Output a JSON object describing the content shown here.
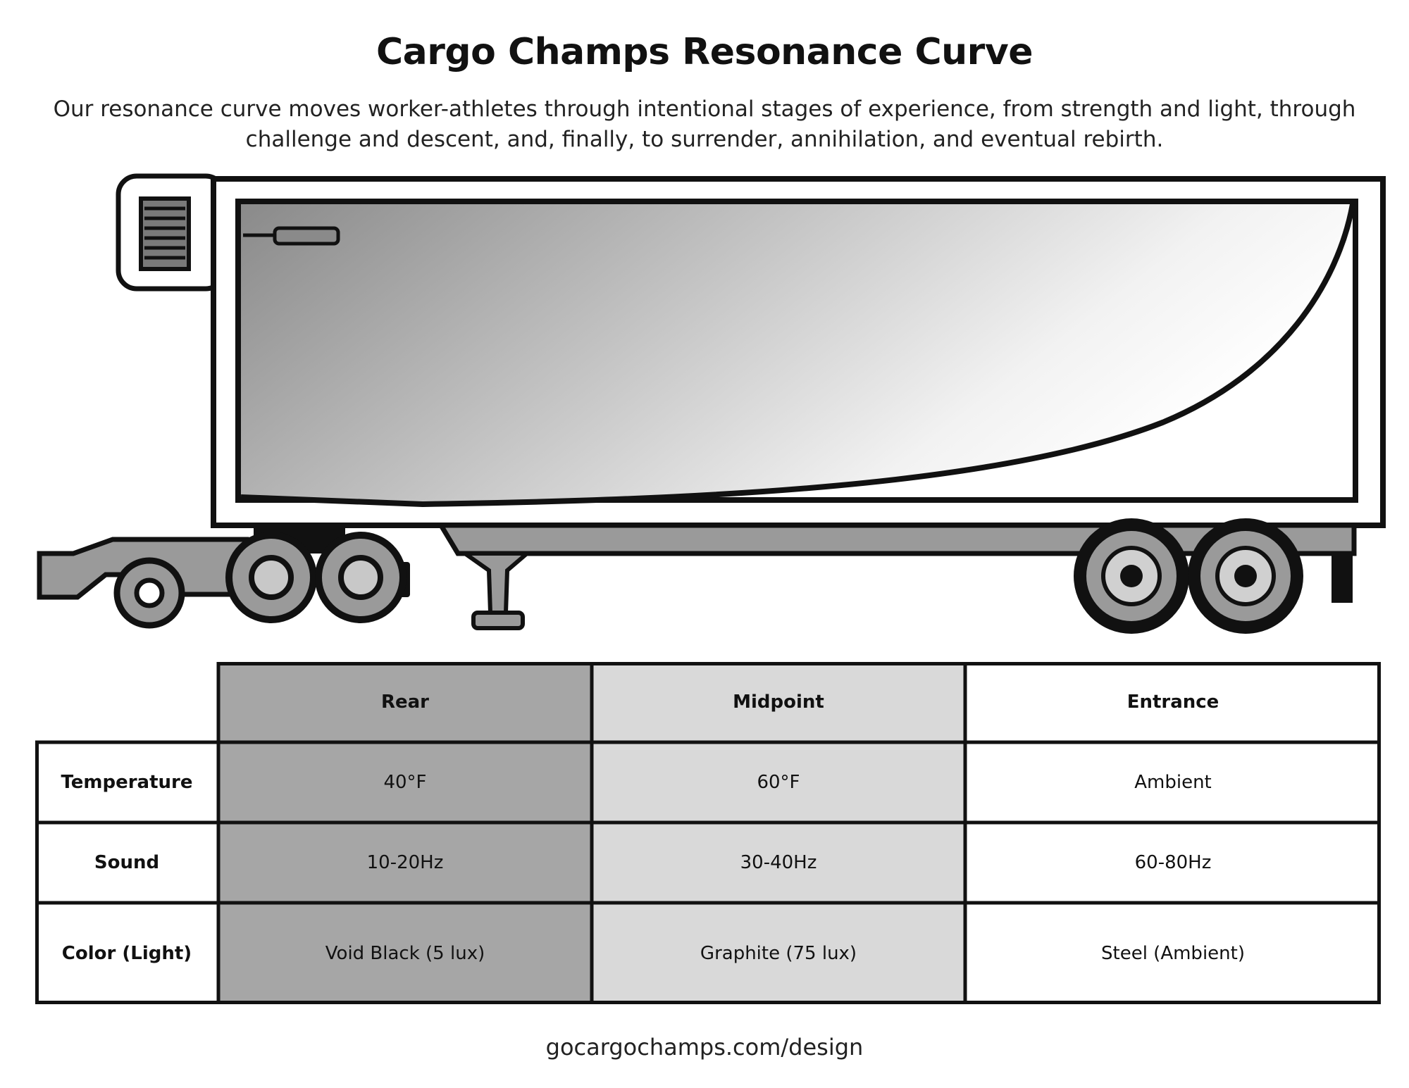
{
  "header": {
    "title": "Cargo Champs Resonance Curve",
    "intro": "Our resonance curve moves worker-athletes through intentional stages of experience, from strength and light, through challenge and descent, and, finally, to surrender, annihilation, and eventual rebirth."
  },
  "illustration": {
    "subject": "refrigerated semi trailer",
    "icons": [
      "reefer-unit-icon",
      "trailer-icon",
      "resonance-curve-icon",
      "wheel-icon",
      "landing-gear-icon"
    ]
  },
  "table": {
    "columns": [
      "Rear",
      "Midpoint",
      "Entrance"
    ],
    "rows": [
      {
        "label": "Temperature",
        "values": [
          "40°F",
          "60°F",
          "Ambient"
        ]
      },
      {
        "label": "Sound",
        "values": [
          "10-20Hz",
          "30-40Hz",
          "60-80Hz"
        ]
      },
      {
        "label": "Color (Light)",
        "values": [
          "Void Black (5 lux)",
          "Graphite (75 lux)",
          "Steel (Ambient)"
        ]
      }
    ],
    "column_colors": [
      "#a6a6a6",
      "#d9d9d9",
      "#ffffff"
    ],
    "border_color": "#111111"
  },
  "footer": {
    "url": "gocargochamps.com/design"
  }
}
